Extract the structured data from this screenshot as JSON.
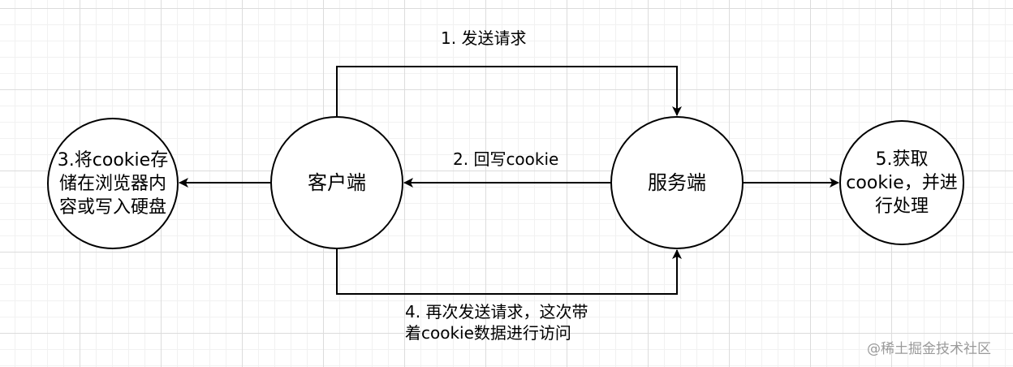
{
  "nodes": {
    "client": {
      "label": "客户端"
    },
    "server": {
      "label": "服务端"
    },
    "store": {
      "lines": [
        "3.将cookie存",
        "储在浏览器内",
        "容或写入硬盘"
      ]
    },
    "process": {
      "lines": [
        "5.获取",
        "cookie，并进",
        "行处理"
      ]
    }
  },
  "edges": {
    "send_request": {
      "label": "1. 发送请求"
    },
    "write_back": {
      "label": "2. 回写cookie"
    },
    "resend": {
      "lines": [
        "4. 再次发送请求，这次带",
        "着cookie数据进行访问"
      ]
    }
  },
  "watermark": "@稀土掘金技术社区"
}
